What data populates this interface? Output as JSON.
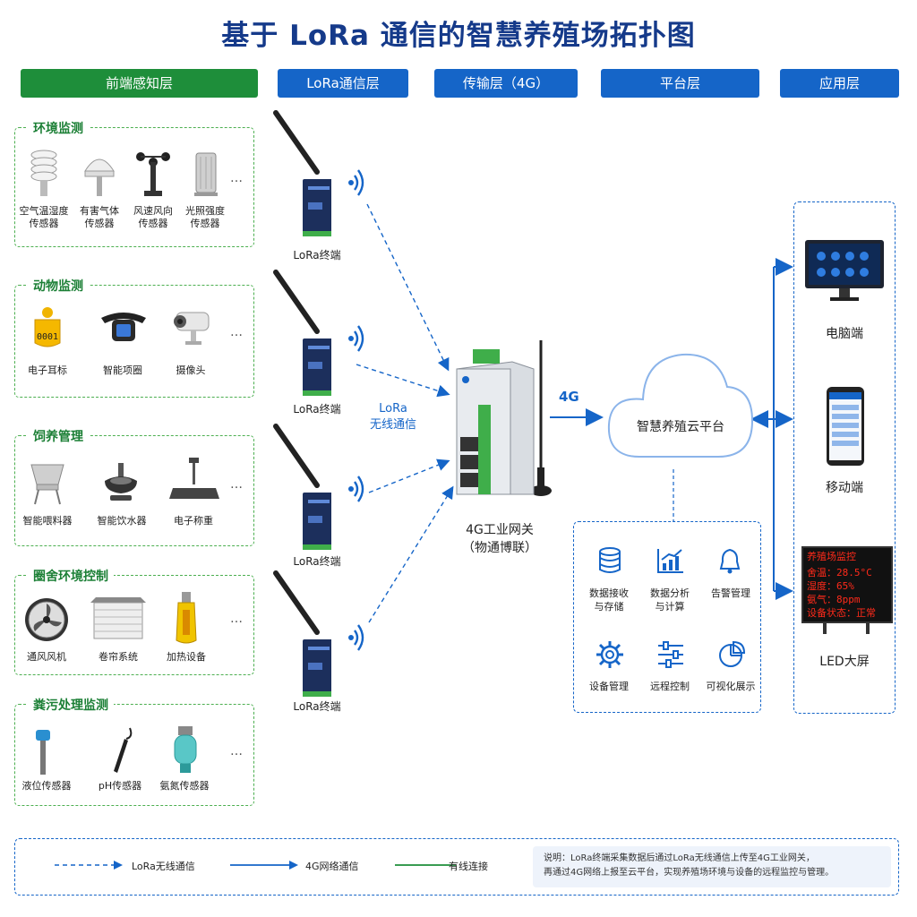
{
  "title": "基于 LoRa 通信的智慧养殖场拓扑图",
  "layers": [
    "前端感知层",
    "LoRa通信层",
    "传输层（4G）",
    "平台层",
    "应用层"
  ],
  "perception": [
    {
      "title": "环境监测",
      "devices": [
        "空气温湿度\n传感器",
        "有害气体\n传感器",
        "风速风向\n传感器",
        "光照强度\n传感器"
      ]
    },
    {
      "title": "动物监测",
      "devices": [
        "电子耳标",
        "智能项圈",
        "摄像头"
      ]
    },
    {
      "title": "饲养管理",
      "devices": [
        "智能喂料器",
        "智能饮水器",
        "电子称重"
      ]
    },
    {
      "title": "圈舍环境控制",
      "devices": [
        "通风风机",
        "卷帘系统",
        "加热设备"
      ]
    },
    {
      "title": "粪污处理监测",
      "devices": [
        "液位传感器",
        "pH传感器",
        "氨氮传感器"
      ]
    }
  ],
  "ellipsis": "…",
  "ear_tag_number": "0001",
  "lora_terminal_label": "LoRa终端",
  "lora_link_label": "LoRa\n无线通信",
  "gateway": {
    "name": "4G工业网关",
    "brand": "（物通博联）"
  },
  "uplink_label": "4G",
  "cloud_label": "智慧养殖云平台",
  "platform_functions": [
    "数据接收\n与存储",
    "数据分析\n与计算",
    "告警管理",
    "设备管理",
    "远程控制",
    "可视化展示"
  ],
  "apps": [
    "电脑端",
    "移动端",
    "LED大屏"
  ],
  "led_screen": {
    "title": "养殖场监控",
    "lines": [
      "舍温：28.5°C",
      "湿度：65%",
      "氨气：8ppm",
      "设备状态：正常"
    ]
  },
  "legend": {
    "items": [
      "LoRa无线通信",
      "4G网络通信",
      "有线连接"
    ],
    "note": "说明：LoRa终端采集数据后通过LoRa无线通信上传至4G工业网关，\n再通过4G网络上报至云平台，实现养殖场环境与设备的远程监控与管理。"
  },
  "colors": {
    "title": "#153a8a",
    "green": "#1e8e3a",
    "blue": "#1565c8",
    "led": "#ff2a1a"
  }
}
